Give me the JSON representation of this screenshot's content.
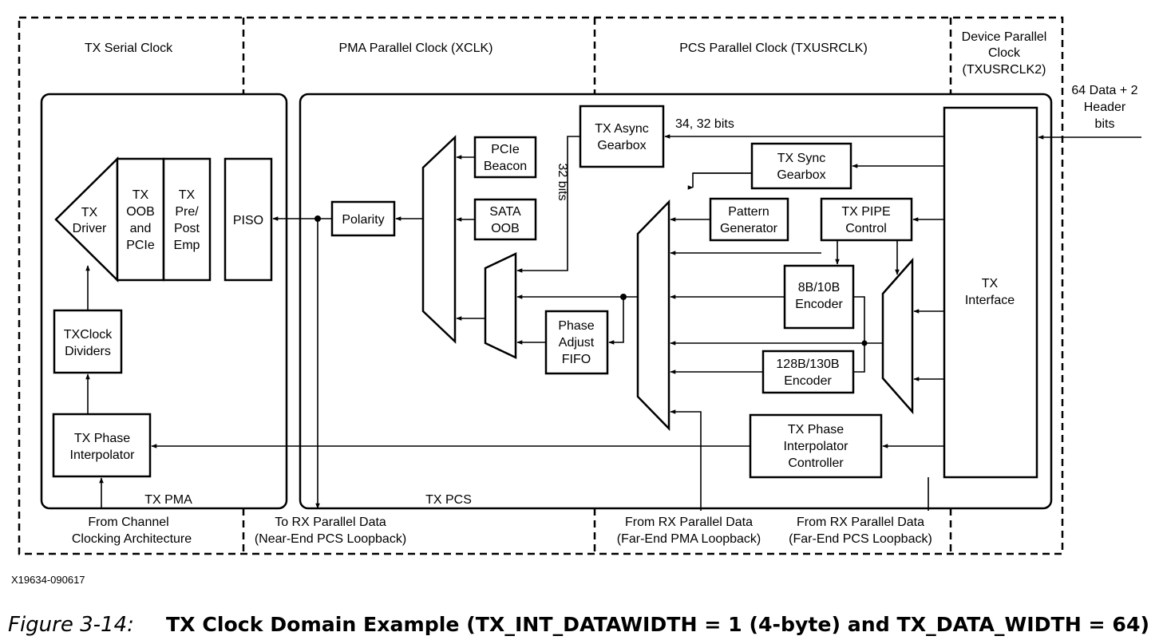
{
  "domains": {
    "tx_serial": "TX Serial Clock",
    "pma_parallel": "PMA Parallel Clock (XCLK)",
    "pcs_parallel": "PCS Parallel Clock (TXUSRCLK)",
    "device_parallel": [
      "Device Parallel",
      "Clock",
      "(TXUSRCLK2)"
    ]
  },
  "input_label": [
    "64 Data + 2",
    "Header",
    "bits"
  ],
  "blocks": {
    "tx_driver": [
      "TX",
      "Driver"
    ],
    "tx_oob": [
      "TX",
      "OOB",
      "and",
      "PCIe"
    ],
    "tx_pre_post": [
      "TX",
      "Pre/",
      "Post",
      "Emp"
    ],
    "piso": "PISO",
    "polarity": "Polarity",
    "pcie_beacon": [
      "PCIe",
      "Beacon"
    ],
    "sata_oob": [
      "SATA",
      "OOB"
    ],
    "phase_adjust_fifo": [
      "Phase",
      "Adjust",
      "FIFO"
    ],
    "tx_async_gearbox": [
      "TX Async",
      "Gearbox"
    ],
    "tx_sync_gearbox": [
      "TX Sync",
      "Gearbox"
    ],
    "pattern_generator": [
      "Pattern",
      "Generator"
    ],
    "tx_pipe_control": [
      "TX PIPE",
      "Control"
    ],
    "encoder_8b10b": [
      "8B/10B",
      "Encoder"
    ],
    "encoder_128b130b": [
      "128B/130B",
      "Encoder"
    ],
    "tx_interface": [
      "TX",
      "Interface"
    ],
    "txclock_dividers": [
      "TXClock",
      "Dividers"
    ],
    "tx_phase_interpolator": [
      "TX Phase",
      "Interpolator"
    ],
    "tx_phase_interp_controller": [
      "TX Phase",
      "Interpolator",
      "Controller"
    ]
  },
  "labels": {
    "bits_34_32": "34, 32 bits",
    "bits_32": "32 bits",
    "tx_pma": "TX PMA",
    "tx_pcs": "TX PCS",
    "from_channel_clocking": [
      "From Channel",
      "Clocking Architecture"
    ],
    "to_rx_parallel": [
      "To RX Parallel Data",
      "(Near-End PCS Loopback)"
    ],
    "from_rx_far_pma": [
      "From RX Parallel Data",
      "(Far-End PMA Loopback)"
    ],
    "from_rx_far_pcs": [
      "From RX Parallel Data",
      "(Far-End PCS Loopback)"
    ]
  },
  "figure_id": "X19634-090617",
  "caption": {
    "number": "Figure 3-14:",
    "title": "TX Clock Domain Example (TX_INT_DATAWIDTH = 1 (4-byte) and TX_DATA_WIDTH = 64)"
  }
}
